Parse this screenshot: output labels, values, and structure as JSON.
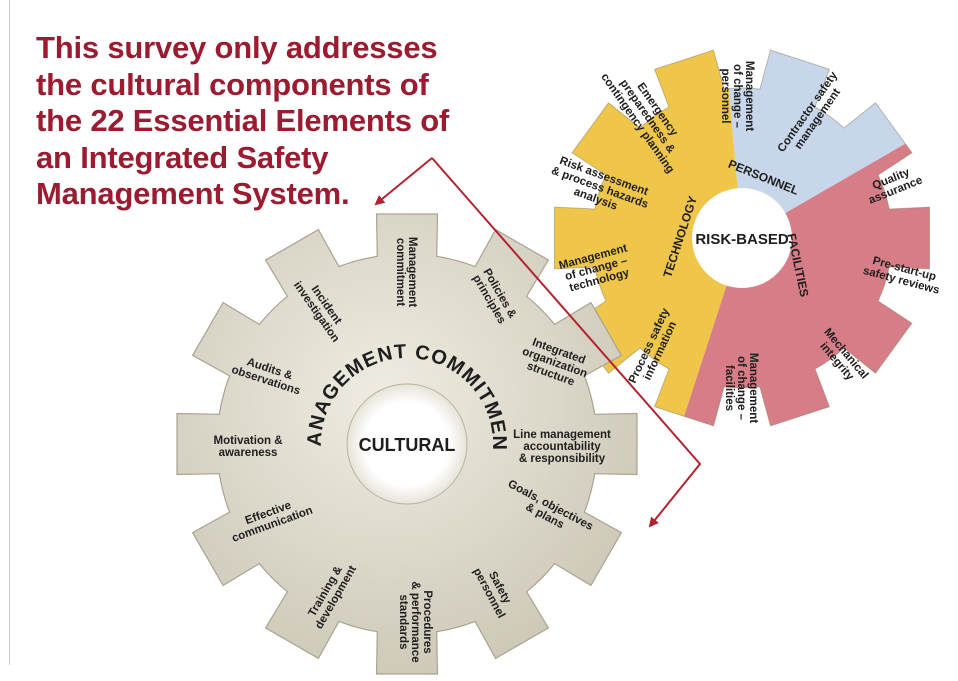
{
  "headline": {
    "lines": [
      "This survey only addresses",
      "the cultural components of",
      "the 22 Essential Elements of",
      "an Integrated Safety",
      "Management System."
    ]
  },
  "colors": {
    "headline": "#9b1b30",
    "arrow": "#b3232f",
    "cultural_gear": "#d8d4c5",
    "technology_sector": "#f0c64a",
    "personnel_sector": "#c7d6ea",
    "facilities_sector": "#d77d88"
  },
  "risk_gear": {
    "center": "RISK-BASED",
    "sectors": {
      "technology": "TECHNOLOGY",
      "personnel": "PERSONNEL",
      "facilities": "FACILITIES"
    },
    "teeth": [
      [
        "Emergency",
        "preparedness &",
        "contingency planning"
      ],
      [
        "Management",
        "of change –",
        "personnel"
      ],
      [
        "Contractor safety",
        "management"
      ],
      [
        "Quality",
        "assurance"
      ],
      [
        "Pre-start-up",
        "safety reviews"
      ],
      [
        "Mechanical",
        "integrity"
      ],
      [
        "Management",
        "of change –",
        "facilities"
      ],
      [
        "Process safety",
        "information"
      ],
      [
        "Management",
        "of change –",
        "technology"
      ],
      [
        "Risk assessment",
        "& process hazards",
        "analysis"
      ]
    ]
  },
  "cultural_gear": {
    "center": "CULTURAL",
    "ring_text": "MANAGEMENT COMMITMENT",
    "teeth": [
      [
        "Management",
        "commitment"
      ],
      [
        "Policies &",
        "principles"
      ],
      [
        "Integrated",
        "organization",
        "structure"
      ],
      [
        "Line management",
        "accountability",
        "& responsibility"
      ],
      [
        "Goals, objectives",
        "& plans"
      ],
      [
        "Safety",
        "personnel"
      ],
      [
        "Procedures",
        "& performance",
        "standards"
      ],
      [
        "Training &",
        "development"
      ],
      [
        "Effective",
        "communication"
      ],
      [
        "Motivation &",
        "awareness"
      ],
      [
        "Audits &",
        "observations"
      ],
      [
        "Incident",
        "investigation"
      ]
    ]
  }
}
